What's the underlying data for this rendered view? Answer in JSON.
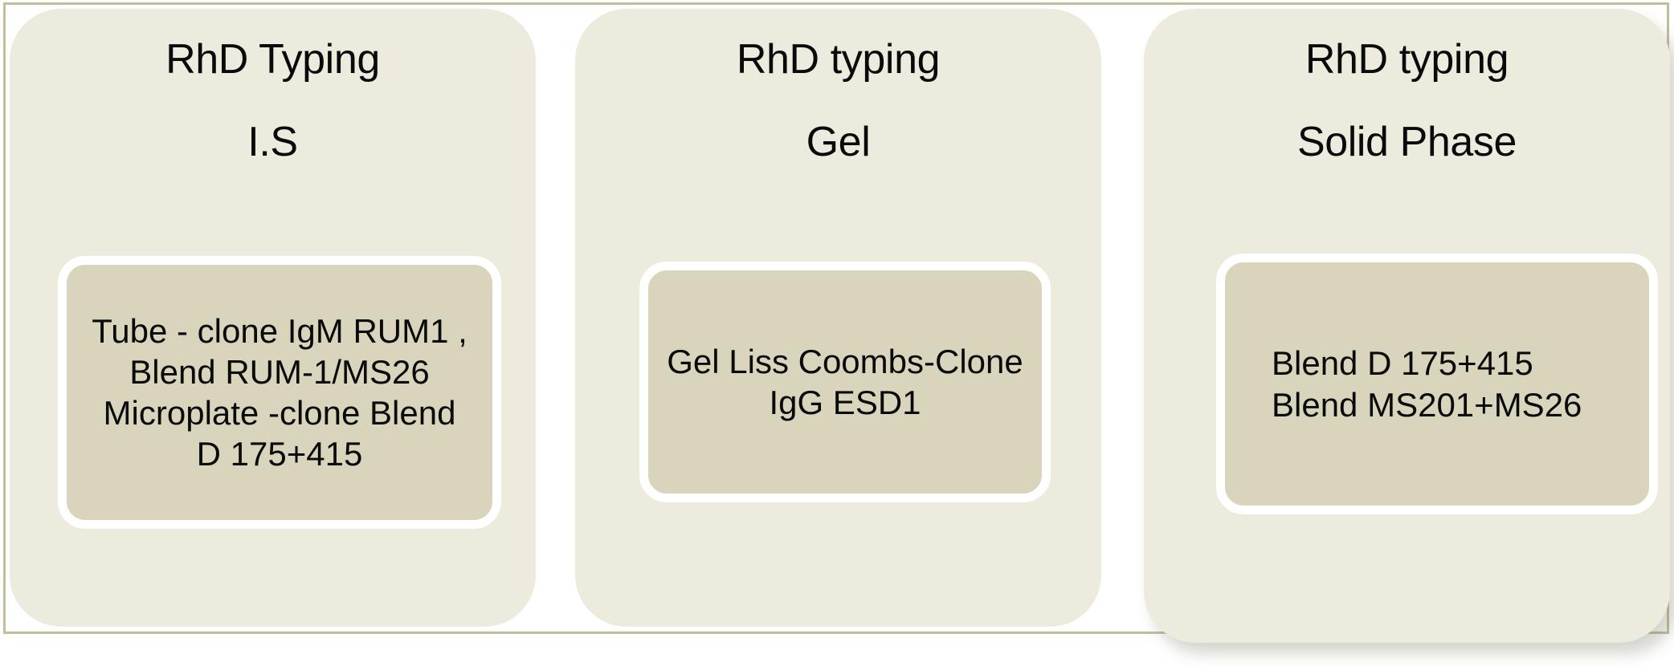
{
  "figure": {
    "kind": "three-panel-comparison-diagram",
    "subject": "RhD typing methods",
    "frame_color": "#c3bd9a",
    "panel_fill": "#edeade",
    "inner_box_fill": "#d9d5bd",
    "inner_box_ring": "#ffffff",
    "text_color": "#0a0a0a",
    "background": "#ffffff"
  },
  "panels": [
    {
      "title": "RhD Typing",
      "subtitle": "I.S",
      "detail_lines": [
        "Tube - clone IgM RUM1 ,",
        "Blend RUM-1/MS26",
        "Microplate -clone Blend",
        "D 175+415"
      ],
      "detail_text": "Tube - clone IgM RUM1 ,\nBlend RUM-1/MS26\nMicroplate -clone Blend\nD 175+415",
      "detail_align": "center"
    },
    {
      "title": "RhD typing",
      "subtitle": "Gel",
      "detail_lines": [
        "Gel Liss Coombs-Clone",
        "IgG ESD1"
      ],
      "detail_text": "Gel Liss Coombs-Clone\nIgG ESD1",
      "detail_align": "center"
    },
    {
      "title": "RhD typing",
      "subtitle": "Solid Phase",
      "detail_lines": [
        "Blend  D 175+415",
        "Blend MS201+MS26"
      ],
      "detail_text": "Blend  D 175+415\nBlend MS201+MS26",
      "detail_align": "left"
    }
  ]
}
